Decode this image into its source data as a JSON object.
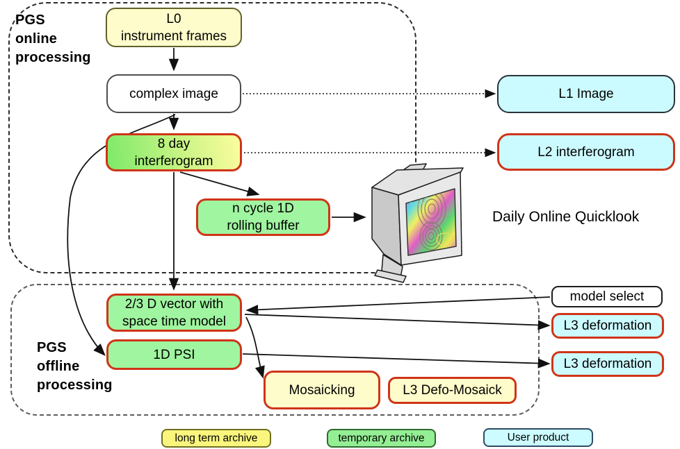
{
  "labels": {
    "online_zone": "PGS\nonline\nprocessing",
    "offline_zone": "PGS\noffline\nprocessing",
    "quicklook": "Daily Online Quicklook"
  },
  "nodes": {
    "l0": {
      "line1": "L0",
      "line2": "instrument frames"
    },
    "complex_image": {
      "label": "complex image"
    },
    "interferogram_8day": {
      "line1": "8 day",
      "line2": "interferogram"
    },
    "rolling_buffer": {
      "line1": "n cycle 1D",
      "line2": "rolling buffer"
    },
    "l1_image": {
      "label": "L1 Image"
    },
    "l2_interferogram": {
      "label": "L2 interferogram"
    },
    "vector_model": {
      "line1": "2/3 D vector with",
      "line2": "space time model"
    },
    "psi": {
      "label": "1D PSI"
    },
    "mosaicking": {
      "label": "Mosaicking"
    },
    "defo_mosaick": {
      "label": "L3 Defo-Mosaick"
    },
    "model_select": {
      "label": "model select"
    },
    "l3_deformation_1": {
      "label": "L3 deformation"
    },
    "l3_deformation_2": {
      "label": "L3 deformation"
    }
  },
  "legend": {
    "items": [
      {
        "label": "long term archive",
        "fill": "#f9f57d"
      },
      {
        "label": "temporary archive",
        "fill": "#94ee94"
      },
      {
        "label": "User product",
        "fill": "#ccfcff"
      }
    ]
  },
  "colors": {
    "pale_yellow_fill": "#fffccb",
    "green_fill": "#a0f5a0",
    "cyan_fill": "#ccfbff",
    "red_border": "#cf3418",
    "gradient_green": "#7de96a",
    "gradient_yellow": "#fcfc9e",
    "dashed_container": "#2b2b2b"
  }
}
